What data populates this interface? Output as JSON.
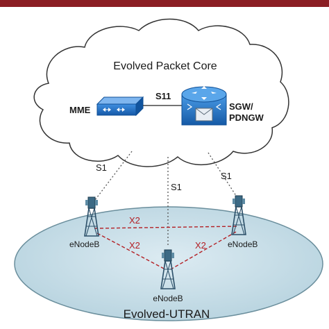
{
  "core": {
    "title": "Evolved Packet Core",
    "mme_label": "MME",
    "s11_label": "S11",
    "sgw_label_line1": "SGW/",
    "sgw_label_line2": "PDNGW"
  },
  "interfaces": {
    "s1_left": "S1",
    "s1_center": "S1",
    "s1_right": "S1",
    "x2_top": "X2",
    "x2_left": "X2",
    "x2_right": "X2"
  },
  "ran": {
    "title": "Evolved-UTRAN",
    "enb_left": "eNodeB",
    "enb_right": "eNodeB",
    "enb_bottom": "eNodeB"
  },
  "colors": {
    "header_bar": "#8b1e24",
    "device_blue": "#1a6fc4",
    "ran_fill": "#c8dfe9",
    "x2_line": "#b31f24"
  }
}
